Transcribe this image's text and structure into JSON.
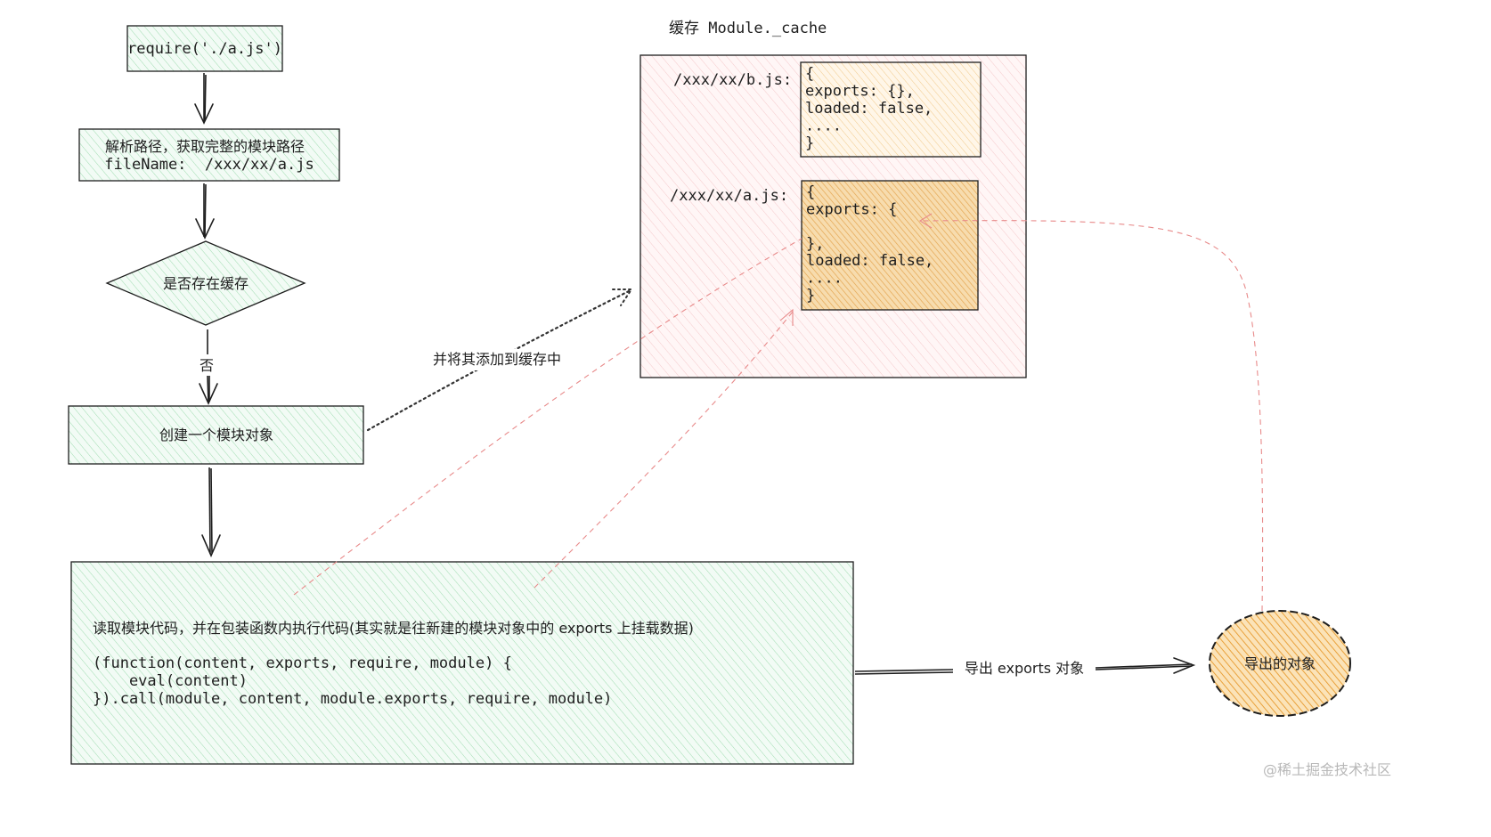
{
  "flow": {
    "require_call": "require('./a.js')",
    "resolve_line1": "解析路径，获取完整的模块路径",
    "resolve_line2": "fileName:  /xxx/xx/a.js",
    "cache_check": "是否存在缓存",
    "no_label": "否",
    "create_module": "创建一个模块对象",
    "add_to_cache": "并将其添加到缓存中",
    "execute_line1": "读取模块代码，并在包装函数内执行代码(其实就是往新建的模块对象中的 exports 上挂载数据)",
    "execute_line2": "(function(content, exports, require, module) {",
    "execute_line3": "    eval(content)",
    "execute_line4": "}).call(module, content, module.exports, require, module)",
    "export_label": "导出 exports 对象",
    "exported_object": "导出的对象"
  },
  "cache": {
    "title": "缓存 Module._cache",
    "b_path": "/xxx/xx/b.js:",
    "b_lines": [
      "{",
      "  exports: {},",
      "  loaded: false,",
      "  ....",
      "}"
    ],
    "a_path": "/xxx/xx/a.js:",
    "a_lines": [
      "{",
      "  exports: {",
      "",
      "  },",
      "  loaded: false,",
      "  ....",
      "}"
    ]
  },
  "colors": {
    "green_hatch": "#9fdcb0",
    "pink_hatch": "#f4b8bc",
    "amber_hatch": "#e8a440",
    "red_dash": "#e88a8a"
  },
  "watermark": "@稀土掘金技术社区"
}
